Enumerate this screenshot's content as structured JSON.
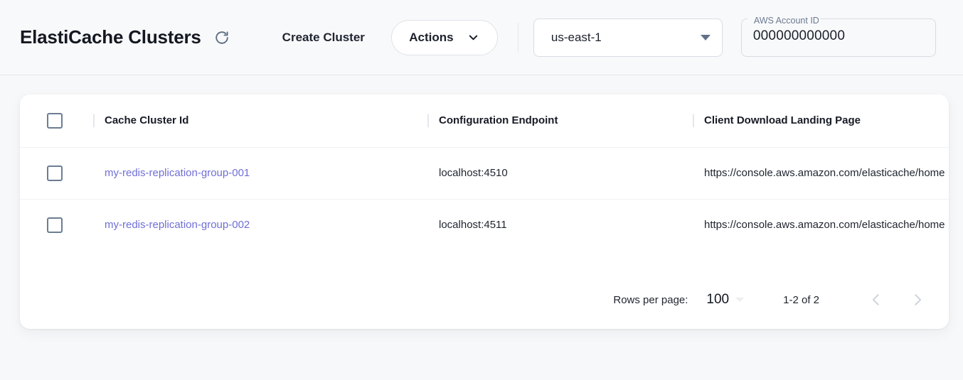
{
  "header": {
    "title": "ElastiCache Clusters",
    "refresh_icon": "refresh-icon",
    "create_cluster_label": "Create Cluster",
    "actions_label": "Actions",
    "actions_chevron_icon": "chevron-down-icon",
    "region": {
      "value": "us-east-1",
      "arrow_icon": "triangle-down-icon"
    },
    "account": {
      "label": "AWS Account ID",
      "value": "000000000000"
    }
  },
  "table": {
    "columns": [
      "Cache Cluster Id",
      "Configuration Endpoint",
      "Client Download Landing Page"
    ],
    "rows": [
      {
        "cluster_id": "my-redis-replication-group-001",
        "configuration_endpoint": "localhost:4510",
        "landing_page": "https://console.aws.amazon.com/elasticache/home"
      },
      {
        "cluster_id": "my-redis-replication-group-002",
        "configuration_endpoint": "localhost:4511",
        "landing_page": "https://console.aws.amazon.com/elasticache/home"
      }
    ]
  },
  "pagination": {
    "rows_per_page_label": "Rows per page:",
    "rows_per_page_value": "100",
    "range_label": "1-2 of 2",
    "prev_icon": "chevron-left-icon",
    "next_icon": "chevron-right-icon"
  },
  "colors": {
    "link": "#6f6ed6",
    "page_background": "#f7f8fa",
    "card_background": "#ffffff",
    "checkbox_border": "#6c7d93"
  }
}
